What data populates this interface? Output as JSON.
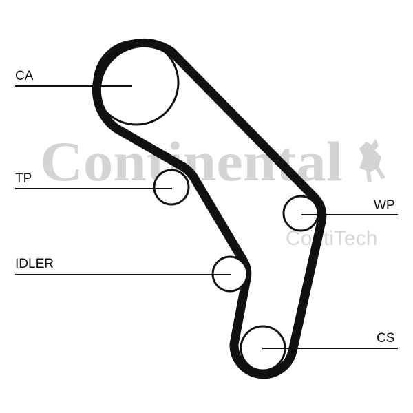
{
  "watermark": {
    "brand": "Continental",
    "sub_brand": "ContiTech"
  },
  "labels": {
    "ca": "CA",
    "tp": "TP",
    "idler": "IDLER",
    "wp": "WP",
    "cs": "CS"
  },
  "colors": {
    "belt": "#111111",
    "watermark": "#d4d4d4"
  }
}
